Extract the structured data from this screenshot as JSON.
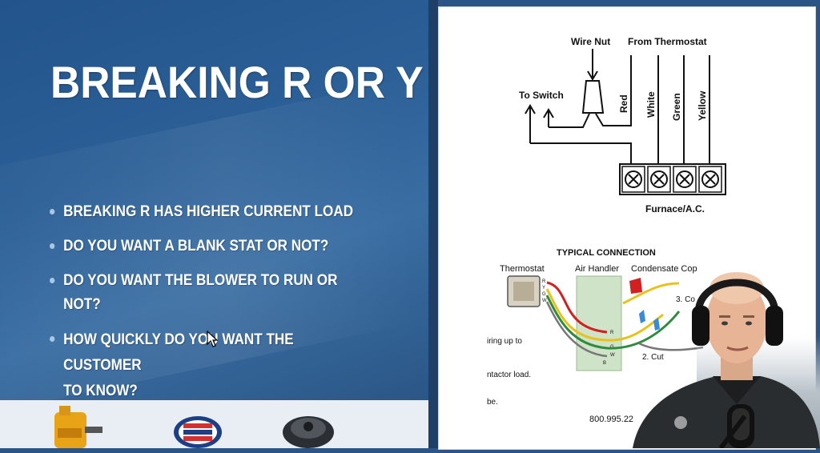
{
  "slide": {
    "title": "BREAKING R OR Y",
    "bullets": [
      "BREAKING R HAS HIGHER CURRENT LOAD",
      "DO YOU WANT A BLANK STAT OR NOT?",
      "DO YOU WANT THE BLOWER TO RUN OR NOT?",
      "HOW QUICKLY DO YOU WANT THE CUSTOMER\nTO KNOW?"
    ]
  },
  "diagram_top": {
    "wire_nut": "Wire Nut",
    "from_thermostat": "From Thermostat",
    "to_switch": "To Switch",
    "wires": [
      "Red",
      "White",
      "Green",
      "Yellow"
    ],
    "unit": "Furnace/A.C."
  },
  "diagram_bottom": {
    "heading": "TYPICAL CONNECTION",
    "thermostat": "Thermostat",
    "air_handler": "Air Handler",
    "condensate": "Condensate Cop",
    "cut_label": "2. Cut",
    "step3": "3. Co",
    "terminals": [
      "R",
      "Y",
      "G",
      "W"
    ],
    "handler_terminals": [
      "R",
      "G",
      "W",
      "B"
    ],
    "fragment_1": "iring up to",
    "fragment_2": "ntactor load.",
    "fragment_3": "be.",
    "phone": "800.995.22"
  },
  "colors": {
    "slide_blue": "#2b5f96",
    "wire_red": "#d21f1f",
    "wire_yellow": "#e8c21a",
    "wire_green": "#2e8b3d",
    "handler_green": "#cfe3c8"
  }
}
